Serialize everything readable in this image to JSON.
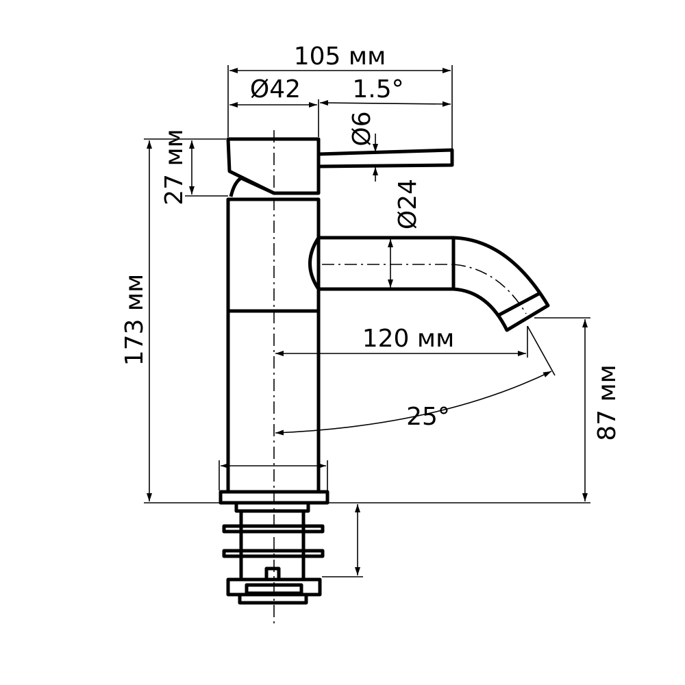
{
  "dimensions": {
    "width_total": "105 мм",
    "body_diameter": "Ø42",
    "lever_angle": "1.5°",
    "lever_diameter": "Ø6",
    "handle_height": "27 мм",
    "spout_diameter": "Ø24",
    "total_height": "173 мм",
    "spout_reach": "120 мм",
    "spout_angle": "25°",
    "spout_height": "87 мм"
  }
}
